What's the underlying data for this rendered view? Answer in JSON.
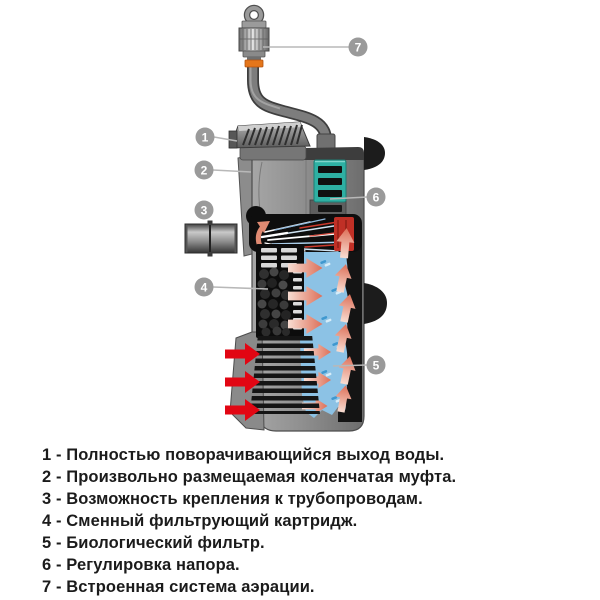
{
  "diagram": {
    "type": "product-cutaway",
    "subject": "internal-aquarium-filter",
    "colors": {
      "body_gray": "#8f8f8f",
      "dark_band": "#3d3d3d",
      "regulator_teal": "#2eb0a3",
      "water_blue": "#8cc2e5",
      "flow_arrow_pink": "#dd6f58",
      "intake_arrow_red": "#e20613",
      "rotor_red": "#c03026",
      "valve_orange": "#e4761b",
      "callout_circle": "#9a9a9a",
      "legend_text": "#1b1b1b"
    },
    "callouts": [
      {
        "num": "1",
        "part": "rotating-water-outlet"
      },
      {
        "num": "2",
        "part": "elbow-coupling-body"
      },
      {
        "num": "3",
        "part": "pipe-mount"
      },
      {
        "num": "4",
        "part": "replaceable-filter-cartridge"
      },
      {
        "num": "5",
        "part": "biological-filter"
      },
      {
        "num": "6",
        "part": "flow-regulator"
      },
      {
        "num": "7",
        "part": "aeration-valve"
      }
    ]
  },
  "legend": {
    "separator": " - ",
    "items": [
      {
        "num": "1",
        "text": "Полностью поворачивающийся выход воды."
      },
      {
        "num": "2",
        "text": "Произвольно размещаемая коленчатая муфта."
      },
      {
        "num": "3",
        "text": "Возможность крепления к трубопроводам."
      },
      {
        "num": "4",
        "text": "Сменный фильтрующий картридж."
      },
      {
        "num": "5",
        "text": "Биологический фильтр."
      },
      {
        "num": "6",
        "text": "Регулировка напора."
      },
      {
        "num": "7",
        "text": "Встроенная система аэрации."
      }
    ]
  }
}
